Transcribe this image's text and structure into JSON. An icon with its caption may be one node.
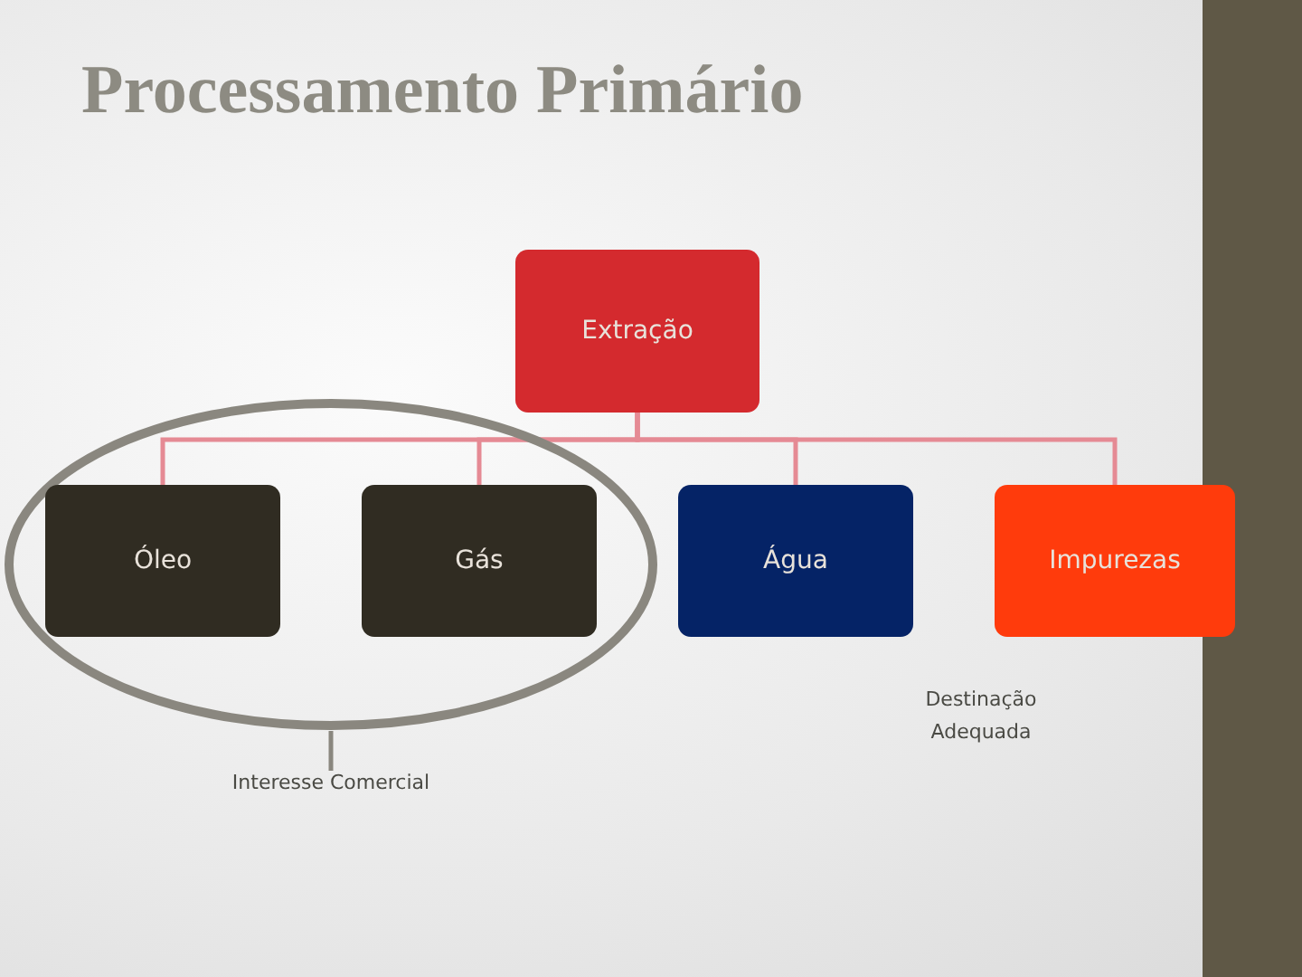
{
  "diagram": {
    "title": "Processamento Primário",
    "nodes": [
      {
        "text": [
          "Extração"
        ]
      },
      {
        "text": [
          "Óleo"
        ],
        "in": 5
      },
      {
        "text": [
          "Gás"
        ],
        "in": 5
      },
      {
        "text": [
          "Água"
        ]
      },
      {
        "text": [
          "Impurezas"
        ]
      },
      {
        "text": [],
        "shape": "ellipse"
      },
      {
        "text": [
          "Interesse Comercial"
        ]
      }
    ],
    "edges": [
      {
        "from": 0,
        "to": 1,
        "arrow": "none"
      },
      {
        "from": 0,
        "to": 2,
        "arrow": "none"
      },
      {
        "from": 0,
        "to": 3,
        "arrow": "none"
      },
      {
        "from": 0,
        "to": 4,
        "arrow": "none"
      },
      {
        "from": 5,
        "to": 6,
        "arrow": "none",
        "color": "#8a877f"
      }
    ],
    "labels": [
      "Destinação Adequada"
    ]
  }
}
